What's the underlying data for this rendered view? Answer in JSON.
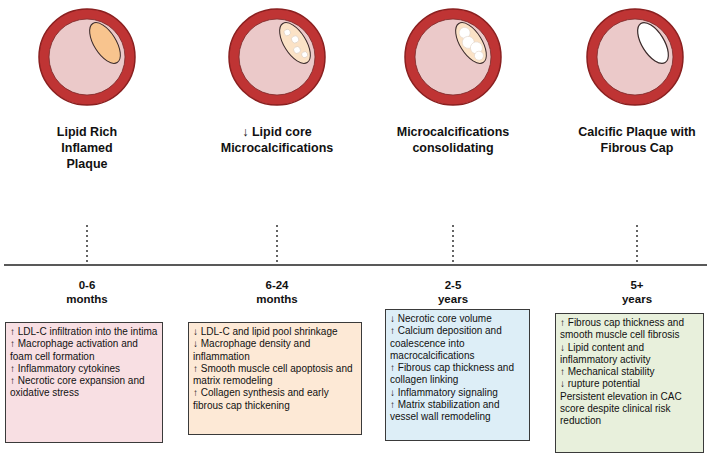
{
  "diagram": {
    "nodes": [
      {
        "text": [
          "↑ LDL-C infiltration into the intima",
          "↑ Macrophage activation and foam cell formation",
          "↑ Inflammatory cytokines",
          "↑ Necrotic core expansion and oxidative stress"
        ]
      },
      {
        "text": [
          "↓ LDL-C and lipid pool shrinkage",
          "↓ Macrophage density and inflammation",
          "↑ Smooth muscle cell apoptosis and matrix remodeling",
          "↑ Collagen synthesis and early fibrous cap thickening"
        ]
      },
      {
        "text": [
          "↓ Necrotic core volume",
          "↑ Calcium deposition and coalescence into macrocalcifications",
          "↑ Fibrous cap thickness and collagen linking",
          "↓ Inflammatory signaling",
          "↑ Matrix stabilization and vessel wall remodeling"
        ]
      },
      {
        "text": [
          "↑ Fibrous cap thickness and smooth muscle cell fibrosis",
          "↓ Lipid content and inflammatory activity",
          "↑ Mechanical stability",
          "↓ rupture potential",
          "Persistent elevation in CAC score despite clinical risk reduction"
        ]
      }
    ],
    "labels": [
      "Lipid Rich Inflamed Plaque",
      "↓ Lipid core Microcalcifications",
      "Microcalcifications consolidating",
      "Calcific Plaque with Fibrous Cap",
      "0-6 months",
      "6-24 months",
      "2-5 years",
      "5+ years"
    ]
  }
}
